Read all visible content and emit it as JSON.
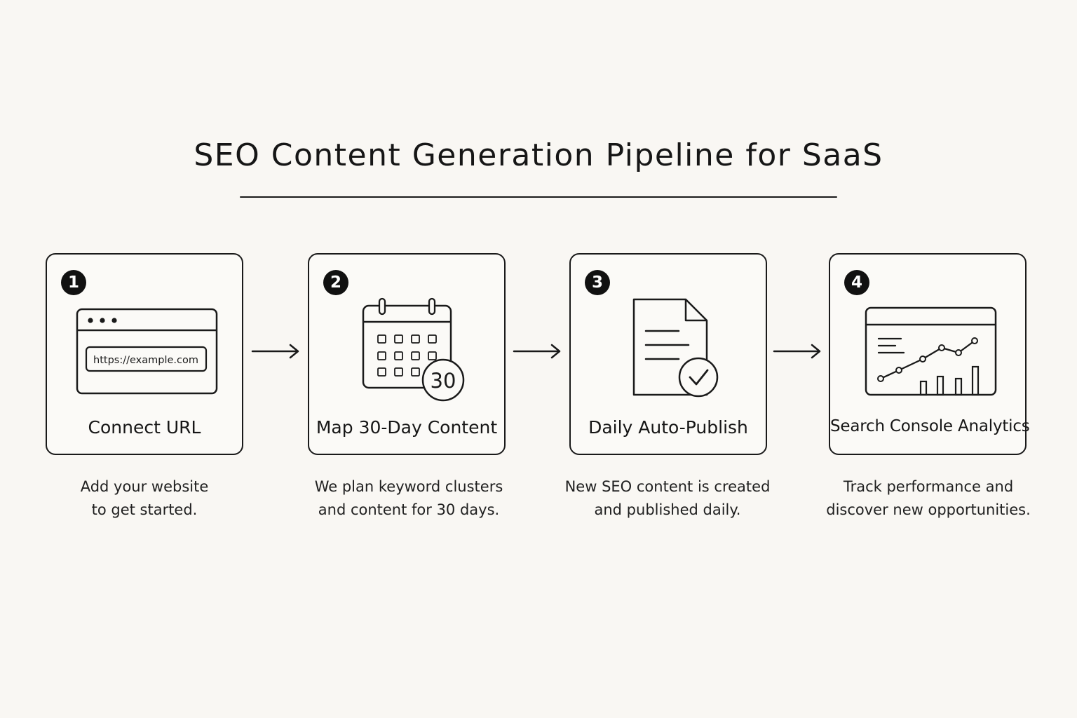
{
  "title": "SEO Content Generation Pipeline for SaaS",
  "steps": [
    {
      "number": "1",
      "label": "Connect URL",
      "icon": "browser-window-icon",
      "url_placeholder": "https://example.com",
      "description_line1": "Add your website",
      "description_line2": "to get started."
    },
    {
      "number": "2",
      "label": "Map 30-Day Content",
      "icon": "calendar-icon",
      "calendar_badge": "30",
      "description_line1": "We plan keyword clusters",
      "description_line2": "and content for 30 days."
    },
    {
      "number": "3",
      "label": "Daily Auto-Publish",
      "icon": "document-check-icon",
      "description_line1": "New SEO content is created",
      "description_line2": "and published daily."
    },
    {
      "number": "4",
      "label": "Search Console Analytics",
      "icon": "analytics-chart-icon",
      "description_line1": "Track performance and",
      "description_line2": "discover new opportunities."
    }
  ],
  "connector_icon": "arrow-right-icon"
}
